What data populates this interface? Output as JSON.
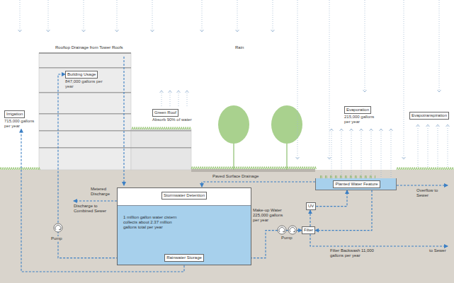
{
  "diagram": {
    "nodes": [
      {
        "text": [
          "Irrigation",
          "715,000 gallons per year"
        ]
      },
      {
        "text": [
          "Building Usage",
          "847,000 gallons per year"
        ]
      },
      {
        "text": [
          "Green Roof",
          "Absorb 90% of water"
        ]
      },
      {
        "text": [
          "Evaporation",
          "215,000 gallons per year"
        ]
      },
      {
        "text": [
          "Evapotranspiration"
        ]
      },
      {
        "text": [
          "Planted Water Feature"
        ]
      },
      {
        "text": [
          "1 million gallon water cistern collects about 2.37 million gallons total per year"
        ]
      },
      {
        "text": [
          "Stormwater Detention"
        ],
        "in": 6
      },
      {
        "text": [
          "Rainwater Storage"
        ],
        "in": 6
      },
      {
        "text": [
          "UV"
        ]
      },
      {
        "text": [
          "Filter"
        ]
      }
    ],
    "edges": [
      {
        "from": 8,
        "to": 1,
        "arrow": "to"
      },
      {
        "from": 8,
        "to": 0,
        "arrow": "to"
      },
      {
        "from": 8,
        "to": 10,
        "label": "Make-up Water 225,000 gallons per year",
        "arrow": "to"
      },
      {
        "from": 10,
        "to": 9,
        "arrow": "to"
      },
      {
        "from": 9,
        "to": 5,
        "arrow": "to"
      },
      {
        "from": 5,
        "to": 10,
        "arrow": "to"
      }
    ],
    "labels": [
      "Rain",
      "Rooftop Drainage from Tower Roofs",
      "Paved Surface Drainage",
      "Overflow to Sewer",
      "Metered Discharge",
      "Discharge to Combined Sewer",
      "Pump",
      "Pump",
      "Filter Backwash 11,000 gallons per year",
      "to Sewer"
    ]
  }
}
